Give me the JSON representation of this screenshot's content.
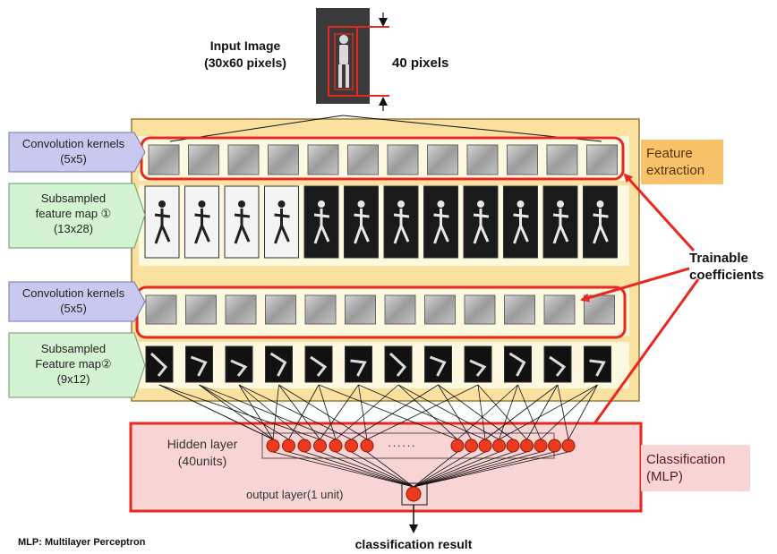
{
  "input": {
    "title": "Input Image",
    "size": "(30x60 pixels)",
    "height_label": "40 pixels"
  },
  "row_labels": {
    "conv1_title": "Convolution kernels",
    "conv1_size": "(5x5)",
    "sub1_title": "Subsampled",
    "sub1_title2": "feature map ①",
    "sub1_size": "(13x28)",
    "conv2_title": "Convolution kernels",
    "conv2_size": "(5x5)",
    "sub2_title": "Subsampled",
    "sub2_title2": "Feature map②",
    "sub2_size": "(9x12)"
  },
  "side_labels": {
    "feature_line1": "Feature",
    "feature_line2": "extraction",
    "trainable_line1": "Trainable",
    "trainable_line2": "coefficients",
    "classification_line1": "Classification",
    "classification_line2": "(MLP)"
  },
  "mlp": {
    "hidden_title": "Hidden layer",
    "hidden_units": "(40units)",
    "dots": "······",
    "output_label": "output layer(1 unit)",
    "result": "classification result"
  },
  "footnote": "MLP: Multilayer Perceptron",
  "colors": {
    "feature_panel": "#fbe1a0",
    "feature_panel_border": "#9a7a3a",
    "classification_panel": "#f9d4d4",
    "highlight_red": "#e8281e",
    "conv_label": "#c9c9f0",
    "sub_label": "#d3f3d3",
    "feature_tag": "#f7c26a",
    "classification_tag": "#f9d4d4",
    "neuron": "#ee3b1f"
  }
}
